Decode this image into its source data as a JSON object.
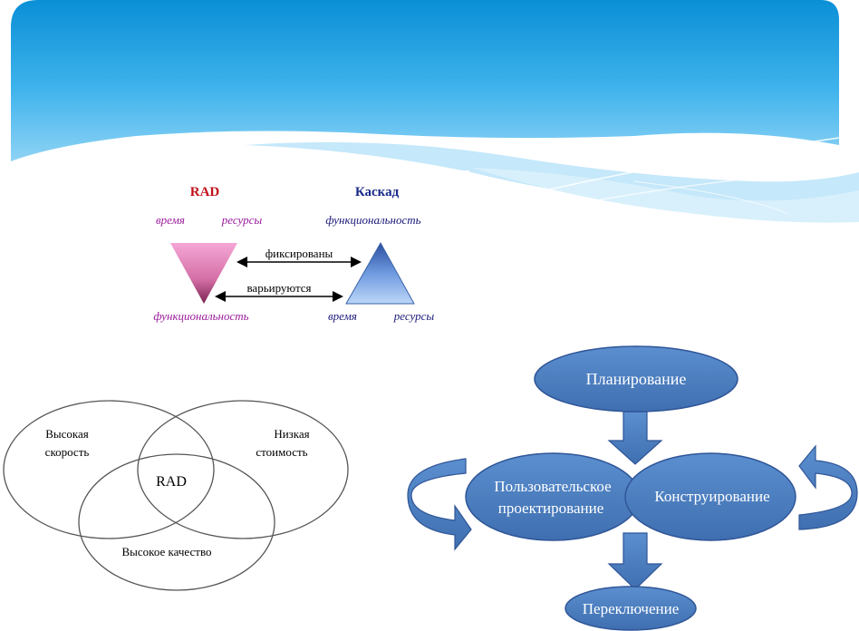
{
  "comparison": {
    "rad": {
      "title": "RAD",
      "fixed_left": "время",
      "fixed_right": "ресурсы",
      "variable": "функциональность"
    },
    "cascade": {
      "title": "Каскад",
      "fixed": "функциональность",
      "variable_left": "время",
      "variable_right": "ресурсы"
    },
    "arrow_fixed": "фиксированы",
    "arrow_varies": "варьируются",
    "colors": {
      "rad_title": "#c0101a",
      "cascade_title": "#1a2a8a",
      "italic_labels_rad": "#9b1c9b",
      "italic_labels_cascade": "#1a1a7a"
    }
  },
  "venn": {
    "circles": [
      {
        "label_line1": "Высокая",
        "label_line2": "скорость"
      },
      {
        "label_line1": "Низкая",
        "label_line2": "стоимость"
      },
      {
        "label_line1": "Высокое качество"
      }
    ],
    "center": "RAD"
  },
  "process": {
    "steps": {
      "top": "Планирование",
      "left_line1": "Пользовательское",
      "left_line2": "проектирование",
      "right": "Конструирование",
      "bottom": "Переключение"
    },
    "colors": {
      "node_fill": "#4f81bd",
      "node_stroke": "#2f5597"
    }
  }
}
